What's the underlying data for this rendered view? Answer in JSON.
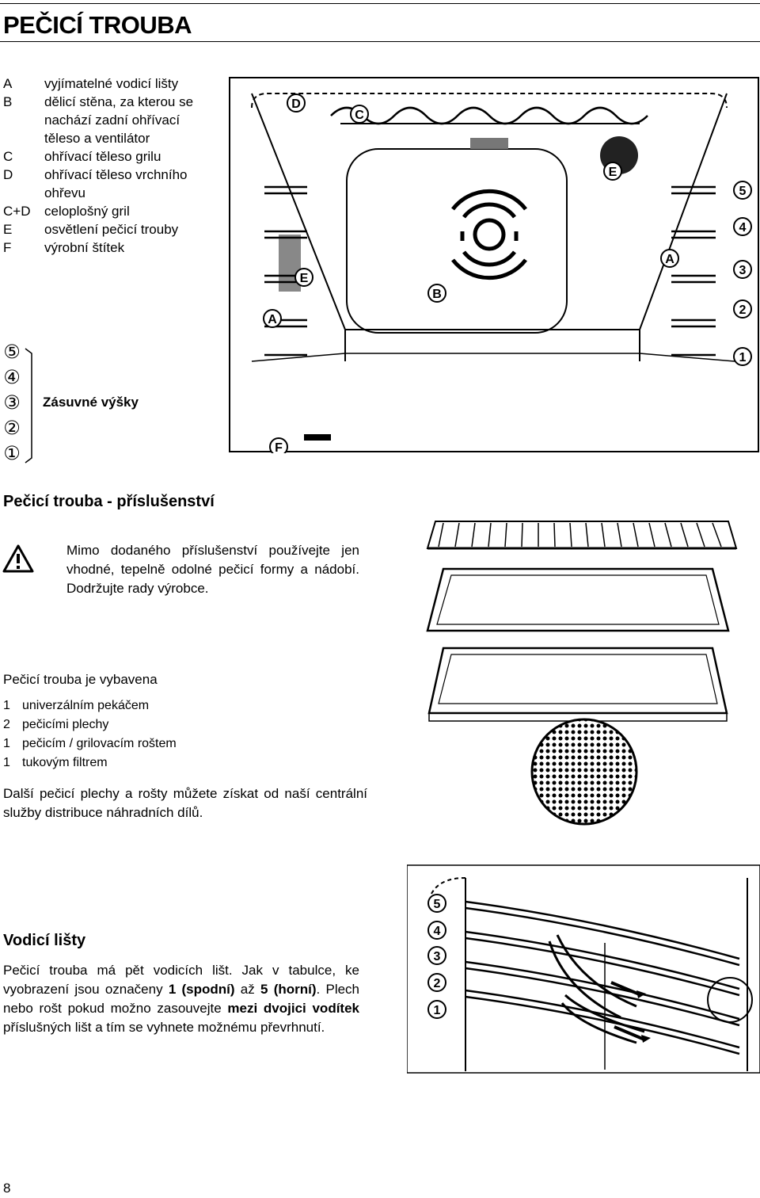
{
  "title": "PEČICÍ TROUBA",
  "legend": [
    {
      "key": "A",
      "text": "vyjímatelné vodicí lišty"
    },
    {
      "key": "B",
      "text": "dělicí stěna, za kterou se nachází zadní ohřívací těleso a ventilátor"
    },
    {
      "key": "C",
      "text": "ohřívací těleso grilu"
    },
    {
      "key": "D",
      "text": "ohřívací těleso vrchního ohřevu"
    },
    {
      "key": "C+D",
      "text": "celoplošný gril"
    },
    {
      "key": "E",
      "text": "osvětlení pečicí trouby"
    },
    {
      "key": "F",
      "text": "výrobní štítek"
    }
  ],
  "levels": {
    "markers": [
      "⑤",
      "④",
      "③",
      "②",
      "①"
    ],
    "label": "Zásuvné výšky"
  },
  "diagram_labels": {
    "D": "D",
    "C": "C",
    "E": "E",
    "A": "A",
    "B": "B",
    "F": "F",
    "n5": "5",
    "n4": "4",
    "n3": "3",
    "n2": "2",
    "n1": "1"
  },
  "accessories": {
    "heading": "Pečicí trouba - příslušenství",
    "warning_icon": "warning-triangle-icon",
    "warning": "Mimo dodaného příslušenství používejte jen vhodné, tepelně odolné pečicí formy a nádobí. Dodržujte rady výrobce.",
    "intro": "Pečicí trouba je vybavena",
    "items": [
      {
        "count": "1",
        "text": "univerzálním pekáčem"
      },
      {
        "count": "2",
        "text": "pečicími plechy"
      },
      {
        "count": "1",
        "text": "pečicím / grilovacím roštem"
      },
      {
        "count": "1",
        "text": "tukovým filtrem"
      }
    ],
    "more": "Další pečicí plechy a rošty můžete získat od naší centrální služby distribuce náhradních dílů."
  },
  "guides": {
    "heading": "Vodicí lišty",
    "text_1": "Pečicí trouba má pět vodicích lišt. Jak v tabulce, ke vyobrazení jsou označeny ",
    "bold_1": "1 (spodní)",
    "text_2": " až ",
    "bold_2": "5 (horní)",
    "text_3": ". Plech nebo rošt pokud možno zasouvejte ",
    "bold_3": "mezi dvojici vodítek",
    "text_4": " příslušných lišt a tím se vyhnete možnému převrhnutí."
  },
  "page_number": "8"
}
